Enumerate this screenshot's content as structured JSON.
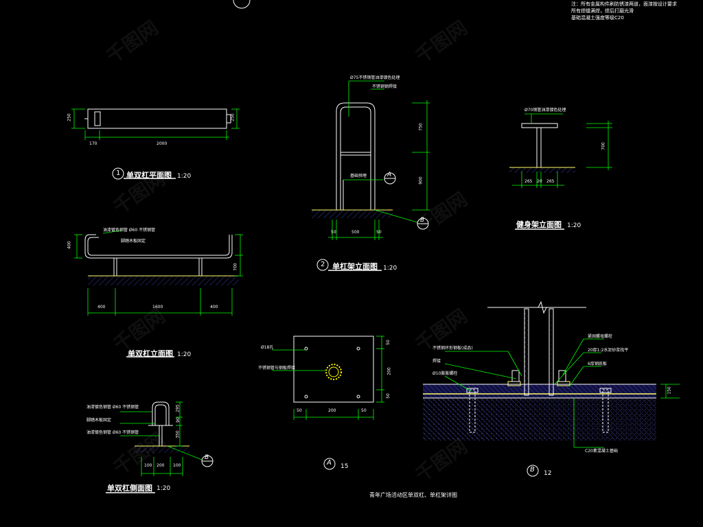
{
  "header": {
    "notes": [
      "注：所有金属构件刷防锈漆两道，面漆按设计要求",
      "所有焊缝满焊，焊后打磨光滑",
      "基础混凝土强度等级C20"
    ]
  },
  "view1": {
    "title": "单双杠平面图",
    "number": "1",
    "scale": "1:20",
    "dims": {
      "w_left": "170",
      "w_main": "2000",
      "h_left": "250",
      "h_right": "250"
    }
  },
  "view2": {
    "title": "单双杠立面图",
    "scale": "1:20",
    "ann1": "油漆镀色钢管 Ø60 不锈钢管",
    "ann2": "脚踏木板固定",
    "dims": {
      "b1": "400",
      "b2": "1600",
      "b3": "400",
      "h1": "400",
      "h2": "700"
    }
  },
  "view3": {
    "title": "单双杠侧面图",
    "scale": "1:20",
    "ann1": "油漆镀色钢管 Ø60 不锈钢管",
    "ann2": "脚踏木板固定",
    "ann3": "油漆镀色钢管 Ø60 不锈钢管",
    "dims": {
      "b1": "100",
      "b2": "200",
      "b3": "100",
      "h1": "295",
      "h2": "90",
      "h3": "350"
    },
    "ref": "B"
  },
  "view4": {
    "title": "单杠架立面图",
    "number": "2",
    "scale": "1:20",
    "ann1": "Ø75不锈钢管油漆镀色处理",
    "ann2": "不锈钢钢焊接",
    "ann3": "基础预埋",
    "ref_a": "A",
    "ref_b": "B",
    "dims": {
      "b1": "50",
      "b2": "500",
      "b3": "50",
      "h1": "750",
      "h2": "900"
    }
  },
  "view5": {
    "title": "健身架立面图",
    "scale": "1:20",
    "ann1": "Ø70钢管油漆镀色处理",
    "dims": {
      "b1": "265",
      "b2": "20",
      "b3": "265",
      "h1": "700"
    }
  },
  "detailA": {
    "ref": "A",
    "scale": "15",
    "ann1": "Ø18孔",
    "ann2": "不锈钢管与钢板焊接",
    "dims": {
      "b1": "50",
      "b2": "200",
      "b3": "50",
      "h1": "50",
      "h2": "200",
      "h3": "50"
    }
  },
  "detailB": {
    "ref": "B",
    "scale": "12",
    "ann_l1": "不锈钢环形钢板(成品)",
    "ann_l2": "焊接",
    "ann_l3": "Ø10膨胀螺栓",
    "ann_r1": "紧固螺母螺栓",
    "ann_r2": "20厚1:2水泥砂浆找平",
    "ann_r3": "6厚钢底板",
    "ann_r4": "C20素混凝土基础",
    "dims": {
      "h1": "150"
    }
  },
  "footer": {
    "caption": "青年广场活动区单双杠、单杠架详图"
  },
  "watermark": "千图网"
}
